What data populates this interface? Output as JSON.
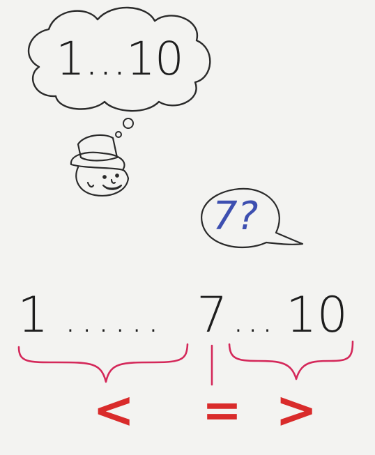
{
  "thought": {
    "range_text": "1...10"
  },
  "speech": {
    "guess_text": "7?"
  },
  "number_line": {
    "start": "1",
    "left_dots": "......",
    "guess": "7",
    "right_dots": "...",
    "end": "10"
  },
  "comparisons": {
    "less": "<",
    "equal": "=",
    "greater": ">"
  },
  "colors": {
    "ink": "#1d1d1d",
    "guess_blue": "#3d4fb0",
    "marker_red": "#d92b2b"
  },
  "icons": [
    "thought-bubble-icon",
    "person-with-hat-icon",
    "speech-bubble-icon",
    "curly-brace-icon"
  ]
}
